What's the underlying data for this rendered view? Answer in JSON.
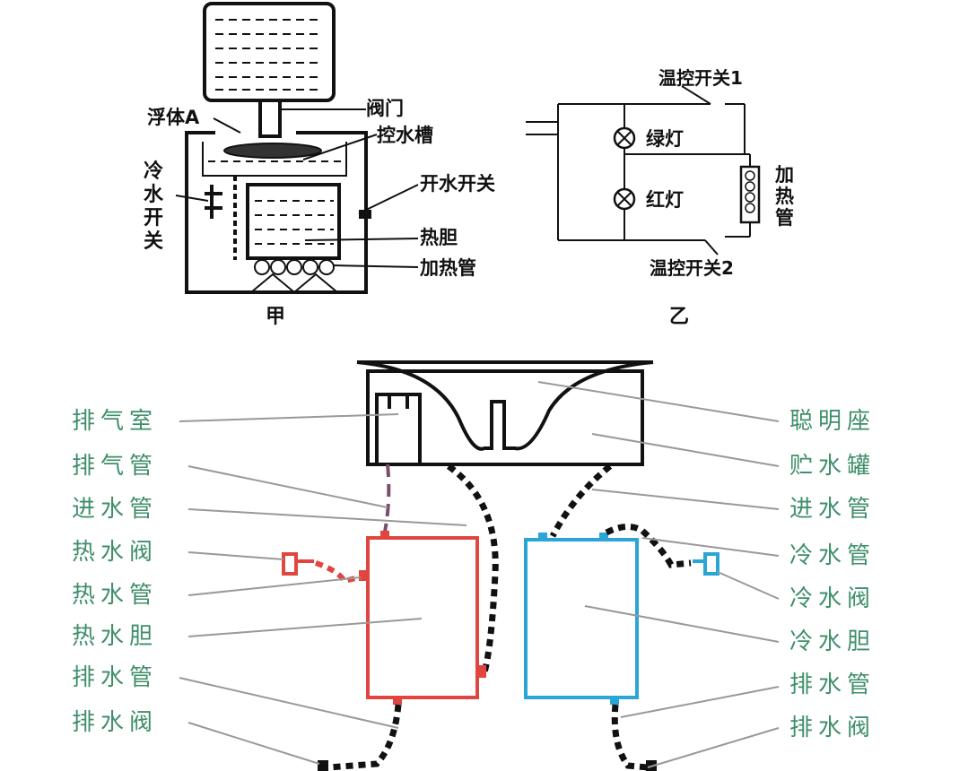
{
  "top_left": {
    "float_a": "浮体A",
    "valve": "阀门",
    "water_trough": "控水槽",
    "cold_switch_lines": [
      "冷",
      "水",
      "开",
      "关"
    ],
    "hot_switch": "开水开关",
    "hot_tank": "热胆",
    "heater": "加热管",
    "caption": "甲"
  },
  "top_right": {
    "thermo_switch_1": "温控开关1",
    "green_light": "绿灯",
    "red_light": "红灯",
    "heater_lines": [
      "加",
      "热",
      "管"
    ],
    "thermo_switch_2": "温控开关2",
    "caption": "乙"
  },
  "bottom": {
    "left_labels": [
      "排气室",
      "排气管",
      "进水管",
      "热水阀",
      "热水管",
      "热水胆",
      "排水管",
      "排水阀"
    ],
    "right_labels": [
      "聪明座",
      "贮水罐",
      "进水管",
      "冷水管",
      "冷水阀",
      "冷水胆",
      "排水管",
      "排水阀"
    ],
    "colors": {
      "label_green": "#3f8f6a",
      "hot_red": "#e0463f",
      "cold_blue": "#2aa6d6"
    }
  }
}
